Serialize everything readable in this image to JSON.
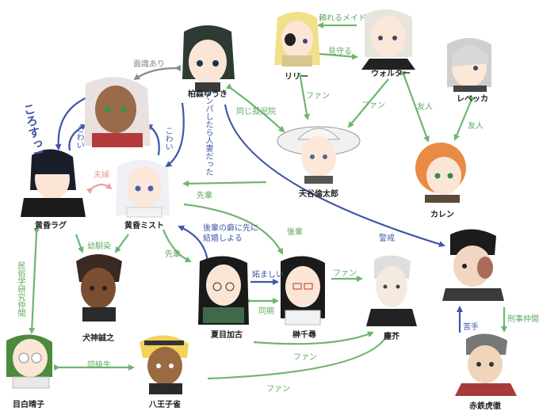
{
  "characters": {
    "kashiwamori": "柏森ゆうき",
    "lily": "リリー",
    "walter": "ウォルター",
    "rebecca": "レベッカ",
    "karen": "カレン",
    "amaya": "天谷倫太郎",
    "tasogare_rag": "黄昏ラグ",
    "tasogare_mist": "黄昏ミスト",
    "inugami": "犬神誠之",
    "natsume": "夏目加古",
    "sakaki": "榊千尋",
    "mokukai": "塵芥",
    "akatetsu": "赤鉄虎徹",
    "mejiro": "目白晴子",
    "hachioji": "八王子雀"
  },
  "relations": {
    "tayoreru_maid": "頼れるメイド",
    "mimamoru": "見守る",
    "menshiki": "面識あり",
    "fan1": "ファン",
    "fan2": "ファン",
    "yuujin1": "友人",
    "yuujin2": "友人",
    "onaji_koji": "同じ孤児院",
    "korosu": "ころすっ!",
    "kowai1": "こわい",
    "kowai2": "こわい",
    "nanpa": "ナンパしたら人妻だった",
    "fuufu": "夫婦",
    "senpai1": "先輩",
    "senpai2": "先輩",
    "kohai": "後輩",
    "kokoro_kekkon": "後輩の癖に先に結婚しよる",
    "keikai": "警戒",
    "osananajimi": "幼馴染",
    "minzoku": "民俗学研究仲間",
    "netamashii": "妬ましい",
    "douki": "同期",
    "fan3": "ファン",
    "fan4": "ファン",
    "fan5": "ファン",
    "dokyusei": "同級生",
    "nigate": "苦手",
    "keiji": "刑事仲間"
  },
  "colors": {
    "green": "#6fb56f",
    "blue": "#3e57a8",
    "pink": "#eaa0a0",
    "gray": "#8a8a8a"
  }
}
